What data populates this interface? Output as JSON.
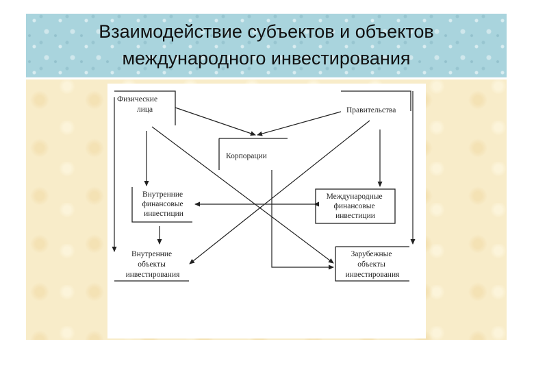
{
  "slide": {
    "title_line1": "Взаимодействие субъектов и объектов",
    "title_line2": "международного инвестирования"
  },
  "diagram": {
    "nodes": {
      "phys": [
        "Физические",
        "лица"
      ],
      "gov": [
        "Правительства"
      ],
      "corp": [
        "Корпорации"
      ],
      "dom_fin": [
        "Внутренние",
        "финансовые",
        "инвестиции"
      ],
      "int_fin": [
        "Международные",
        "финансовые",
        "инвестиции"
      ],
      "dom_obj": [
        "Внутренние",
        "объекты",
        "инвестирования"
      ],
      "for_obj": [
        "Зарубежные",
        "объекты",
        "инвестирования"
      ]
    }
  }
}
